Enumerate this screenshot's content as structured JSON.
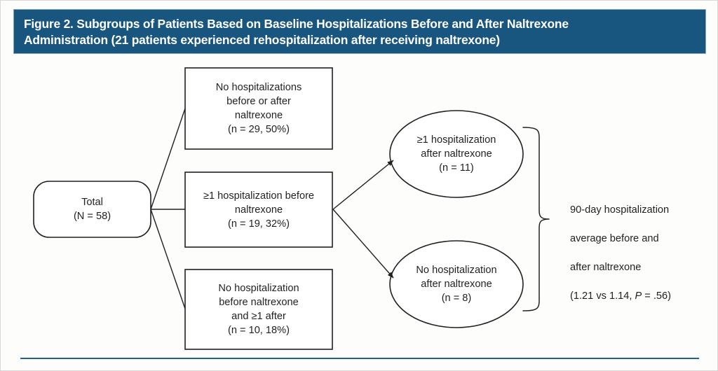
{
  "figure": {
    "title": "Figure 2. Subgroups of Patients Based on Baseline Hospitalizations Before and After Naltrexone\nAdministration (21 patients experienced rehospitalization after receiving naltrexone)",
    "header_color": "#18557f",
    "rule_color": "#1f6095",
    "stroke_color": "#231f20",
    "text_color": "#231f20",
    "background_color": "#fdfdfb"
  },
  "chart_data": {
    "type": "diagram",
    "title": "Figure 2. Subgroups of Patients Based on Baseline Hospitalizations Before and After Naltrexone Administration (21 patients experienced rehospitalization after receiving naltrexone)",
    "nodes": [
      {
        "id": "total",
        "shape": "rounded-rect",
        "label": "Total\n(N = 58)",
        "n": 58
      },
      {
        "id": "no-hosp-before-or-after",
        "shape": "rect",
        "label": "No hospitalizations\nbefore or after\nnaltrexone\n(n = 29, 50%)",
        "n": 29,
        "percent": 50
      },
      {
        "id": "hosp-before",
        "shape": "rect",
        "label": "≥1 hospitalization before\nnaltrexone\n(n = 19, 32%)",
        "n": 19,
        "percent": 32
      },
      {
        "id": "no-hosp-before-and-after",
        "shape": "rect",
        "label": "No hospitalization\nbefore naltrexone\nand ≥1 after\n(n = 10, 18%)",
        "n": 10,
        "percent": 18
      },
      {
        "id": "hosp-after",
        "shape": "ellipse",
        "label": "≥1 hospitalization\nafter naltrexone\n(n = 11)",
        "n": 11
      },
      {
        "id": "no-hosp-after",
        "shape": "ellipse",
        "label": "No hospitalization\nafter naltrexone\n(n = 8)",
        "n": 8
      }
    ],
    "edges": [
      {
        "from": "total",
        "to": "no-hosp-before-or-after",
        "arrow": false
      },
      {
        "from": "total",
        "to": "hosp-before",
        "arrow": false
      },
      {
        "from": "total",
        "to": "no-hosp-before-and-after",
        "arrow": false
      },
      {
        "from": "hosp-before",
        "to": "hosp-after",
        "arrow": true
      },
      {
        "from": "hosp-before",
        "to": "no-hosp-after",
        "arrow": true
      }
    ],
    "annotation": {
      "brace_groups": [
        "hosp-after",
        "no-hosp-after"
      ],
      "text": "90-day hospitalization average before and after naltrexone (1.21 vs 1.14, P = .56)",
      "before_average": 1.21,
      "after_average": 1.14,
      "p_value": ".56"
    }
  },
  "annotation_lines": {
    "line1": "90-day hospitalization",
    "line2": "average before and",
    "line3": "after naltrexone",
    "paren_open": "(1.21 vs 1.14, ",
    "p_italic": "P",
    "paren_close": " = .56)"
  }
}
